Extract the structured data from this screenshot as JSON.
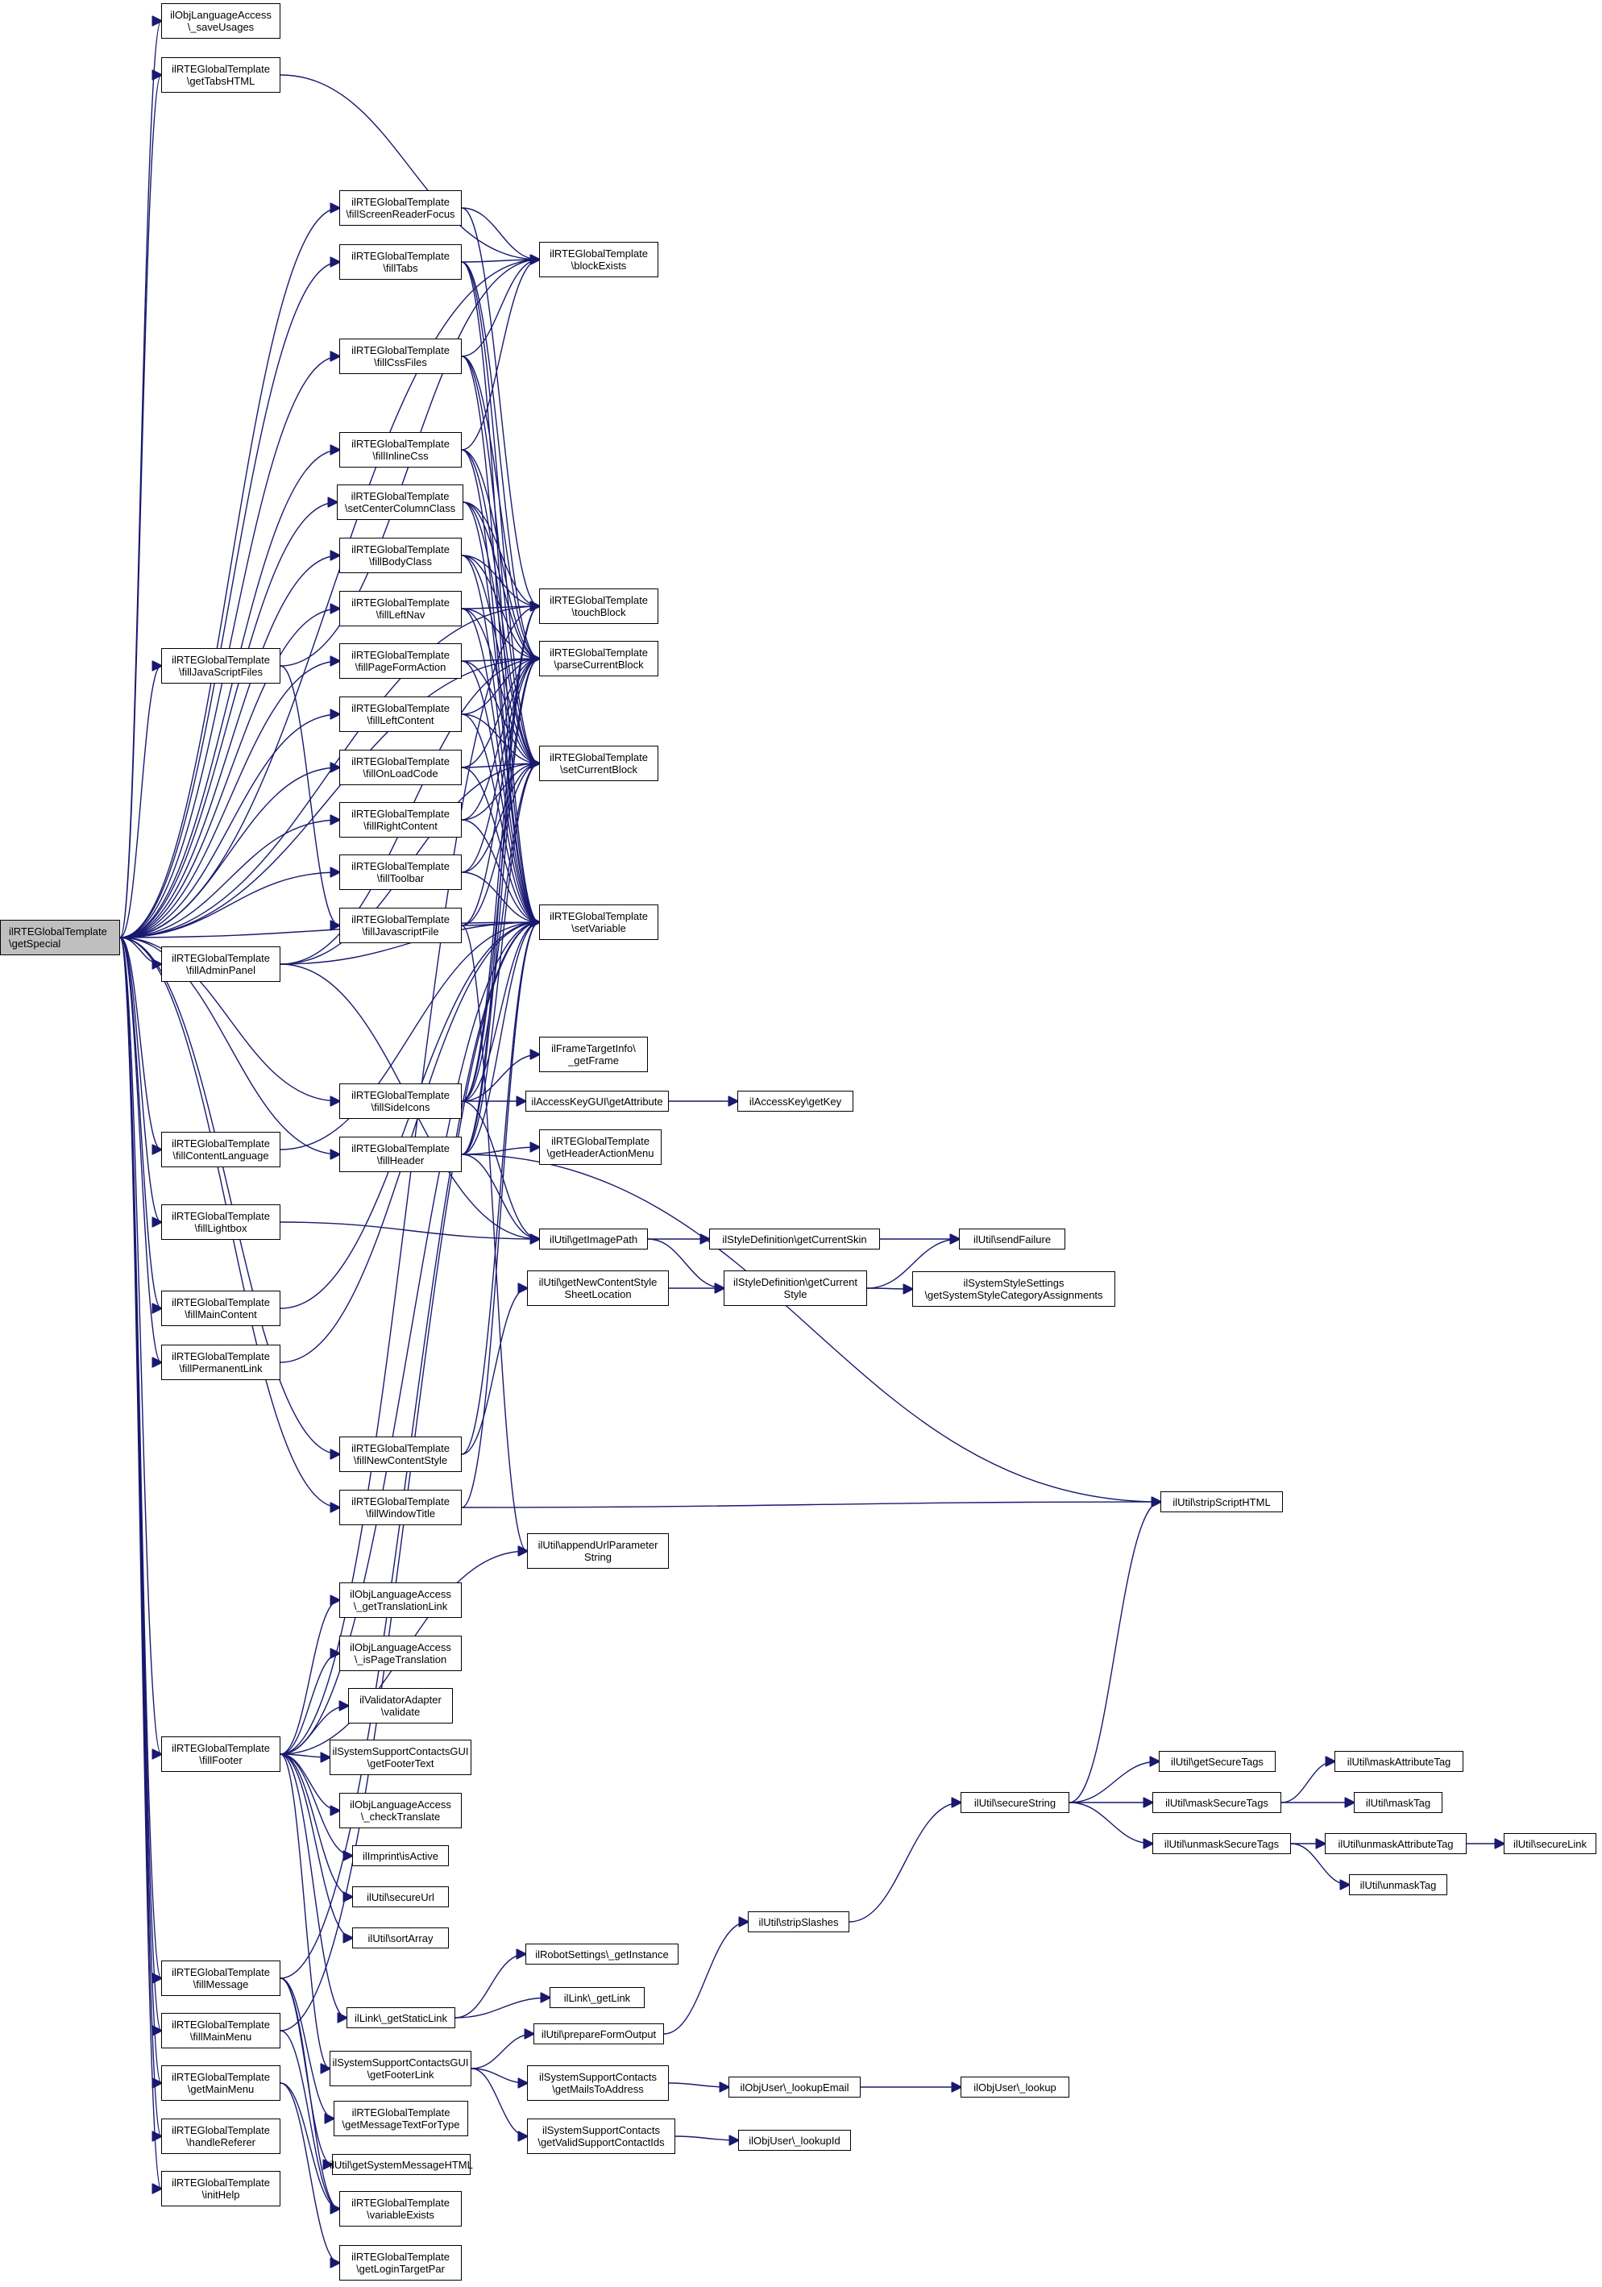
{
  "nodes": {
    "getSpecial": {
      "lines": [
        "ilRTEGlobalTemplate",
        "\\getSpecial"
      ],
      "highlight": true
    },
    "saveUsages": {
      "lines": [
        "ilObjLanguageAccess",
        "\\_saveUsages"
      ]
    },
    "getTabsHTML": {
      "lines": [
        "ilRTEGlobalTemplate",
        "\\getTabsHTML"
      ]
    },
    "fillScreenReaderFocus": {
      "lines": [
        "ilRTEGlobalTemplate",
        "\\fillScreenReaderFocus"
      ]
    },
    "fillTabs": {
      "lines": [
        "ilRTEGlobalTemplate",
        "\\fillTabs"
      ]
    },
    "blockExists": {
      "lines": [
        "ilRTEGlobalTemplate",
        "\\blockExists"
      ]
    },
    "fillCssFiles": {
      "lines": [
        "ilRTEGlobalTemplate",
        "\\fillCssFiles"
      ]
    },
    "fillInlineCss": {
      "lines": [
        "ilRTEGlobalTemplate",
        "\\fillInlineCss"
      ]
    },
    "setCenterColumnClass": {
      "lines": [
        "ilRTEGlobalTemplate",
        "\\setCenterColumnClass"
      ]
    },
    "fillBodyClass": {
      "lines": [
        "ilRTEGlobalTemplate",
        "\\fillBodyClass"
      ]
    },
    "fillLeftNav": {
      "lines": [
        "ilRTEGlobalTemplate",
        "\\fillLeftNav"
      ]
    },
    "touchBlock": {
      "lines": [
        "ilRTEGlobalTemplate",
        "\\touchBlock"
      ]
    },
    "fillJavaScriptFiles": {
      "lines": [
        "ilRTEGlobalTemplate",
        "\\fillJavaScriptFiles"
      ]
    },
    "fillPageFormAction": {
      "lines": [
        "ilRTEGlobalTemplate",
        "\\fillPageFormAction"
      ]
    },
    "parseCurrentBlock": {
      "lines": [
        "ilRTEGlobalTemplate",
        "\\parseCurrentBlock"
      ]
    },
    "fillLeftContent": {
      "lines": [
        "ilRTEGlobalTemplate",
        "\\fillLeftContent"
      ]
    },
    "fillOnLoadCode": {
      "lines": [
        "ilRTEGlobalTemplate",
        "\\fillOnLoadCode"
      ]
    },
    "setCurrentBlock": {
      "lines": [
        "ilRTEGlobalTemplate",
        "\\setCurrentBlock"
      ]
    },
    "fillRightContent": {
      "lines": [
        "ilRTEGlobalTemplate",
        "\\fillRightContent"
      ]
    },
    "fillToolbar": {
      "lines": [
        "ilRTEGlobalTemplate",
        "\\fillToolbar"
      ]
    },
    "fillJavascriptFile": {
      "lines": [
        "ilRTEGlobalTemplate",
        "\\fillJavascriptFile"
      ]
    },
    "setVariable": {
      "lines": [
        "ilRTEGlobalTemplate",
        "\\setVariable"
      ]
    },
    "fillAdminPanel": {
      "lines": [
        "ilRTEGlobalTemplate",
        "\\fillAdminPanel"
      ]
    },
    "getFrame": {
      "lines": [
        "ilFrameTargetInfo\\",
        "_getFrame"
      ]
    },
    "fillSideIcons": {
      "lines": [
        "ilRTEGlobalTemplate",
        "\\fillSideIcons"
      ]
    },
    "getAttribute": {
      "lines": [
        "ilAccessKeyGUI\\getAttribute"
      ]
    },
    "getKey": {
      "lines": [
        "ilAccessKey\\getKey"
      ]
    },
    "fillHeader": {
      "lines": [
        "ilRTEGlobalTemplate",
        "\\fillHeader"
      ]
    },
    "getHeaderActionMenu": {
      "lines": [
        "ilRTEGlobalTemplate",
        "\\getHeaderActionMenu"
      ]
    },
    "fillContentLanguage": {
      "lines": [
        "ilRTEGlobalTemplate",
        "\\fillContentLanguage"
      ]
    },
    "fillLightbox": {
      "lines": [
        "ilRTEGlobalTemplate",
        "\\fillLightbox"
      ]
    },
    "getImagePath": {
      "lines": [
        "ilUtil\\getImagePath"
      ]
    },
    "getCurrentSkin": {
      "lines": [
        "ilStyleDefinition\\getCurrentSkin"
      ]
    },
    "sendFailure": {
      "lines": [
        "ilUtil\\sendFailure"
      ]
    },
    "getNewContentStyleSheetLocation": {
      "lines": [
        "ilUtil\\getNewContentStyle",
        "SheetLocation"
      ]
    },
    "getCurrentStyle": {
      "lines": [
        "ilStyleDefinition\\getCurrent",
        "Style"
      ]
    },
    "getSystemStyleCategoryAssignments": {
      "lines": [
        "ilSystemStyleSettings",
        "\\getSystemStyleCategoryAssignments"
      ]
    },
    "fillMainContent": {
      "lines": [
        "ilRTEGlobalTemplate",
        "\\fillMainContent"
      ]
    },
    "fillPermanentLink": {
      "lines": [
        "ilRTEGlobalTemplate",
        "\\fillPermanentLink"
      ]
    },
    "fillNewContentStyle": {
      "lines": [
        "ilRTEGlobalTemplate",
        "\\fillNewContentStyle"
      ]
    },
    "fillWindowTitle": {
      "lines": [
        "ilRTEGlobalTemplate",
        "\\fillWindowTitle"
      ]
    },
    "stripScriptHTML": {
      "lines": [
        "ilUtil\\stripScriptHTML"
      ]
    },
    "appendUrlParameterString": {
      "lines": [
        "ilUtil\\appendUrlParameter",
        "String"
      ]
    },
    "getTranslationLink": {
      "lines": [
        "ilObjLanguageAccess",
        "\\_getTranslationLink"
      ]
    },
    "isPageTranslation": {
      "lines": [
        "ilObjLanguageAccess",
        "\\_isPageTranslation"
      ]
    },
    "validate": {
      "lines": [
        "ilValidatorAdapter",
        "\\validate"
      ]
    },
    "fillFooter": {
      "lines": [
        "ilRTEGlobalTemplate",
        "\\fillFooter"
      ]
    },
    "getFooterText": {
      "lines": [
        "ilSystemSupportContactsGUI",
        "\\getFooterText"
      ]
    },
    "checkTranslate": {
      "lines": [
        "ilObjLanguageAccess",
        "\\_checkTranslate"
      ]
    },
    "getSecureTags": {
      "lines": [
        "ilUtil\\getSecureTags"
      ]
    },
    "maskAttributeTag": {
      "lines": [
        "ilUtil\\maskAttributeTag"
      ]
    },
    "secureString": {
      "lines": [
        "ilUtil\\secureString"
      ]
    },
    "maskSecureTags": {
      "lines": [
        "ilUtil\\maskSecureTags"
      ]
    },
    "maskTag": {
      "lines": [
        "ilUtil\\maskTag"
      ]
    },
    "unmaskSecureTags": {
      "lines": [
        "ilUtil\\unmaskSecureTags"
      ]
    },
    "unmaskAttributeTag": {
      "lines": [
        "ilUtil\\unmaskAttributeTag"
      ]
    },
    "secureLink": {
      "lines": [
        "ilUtil\\secureLink"
      ]
    },
    "isActive": {
      "lines": [
        "ilImprint\\isActive"
      ]
    },
    "unmaskTag": {
      "lines": [
        "ilUtil\\unmaskTag"
      ]
    },
    "secureUrl": {
      "lines": [
        "ilUtil\\secureUrl"
      ]
    },
    "sortArray": {
      "lines": [
        "ilUtil\\sortArray"
      ]
    },
    "stripSlashes": {
      "lines": [
        "ilUtil\\stripSlashes"
      ]
    },
    "robotGetInstance": {
      "lines": [
        "ilRobotSettings\\_getInstance"
      ]
    },
    "fillMessage": {
      "lines": [
        "ilRTEGlobalTemplate",
        "\\fillMessage"
      ]
    },
    "getLink": {
      "lines": [
        "ilLink\\_getLink"
      ]
    },
    "getStaticLink": {
      "lines": [
        "ilLink\\_getStaticLink"
      ]
    },
    "fillMainMenu": {
      "lines": [
        "ilRTEGlobalTemplate",
        "\\fillMainMenu"
      ]
    },
    "prepareFormOutput": {
      "lines": [
        "ilUtil\\prepareFormOutput"
      ]
    },
    "getFooterLink": {
      "lines": [
        "ilSystemSupportContactsGUI",
        "\\getFooterLink"
      ]
    },
    "getMainMenu": {
      "lines": [
        "ilRTEGlobalTemplate",
        "\\getMainMenu"
      ]
    },
    "getMailsToAddress": {
      "lines": [
        "ilSystemSupportContacts",
        "\\getMailsToAddress"
      ]
    },
    "lookupEmail": {
      "lines": [
        "ilObjUser\\_lookupEmail"
      ]
    },
    "objLookup": {
      "lines": [
        "ilObjUser\\_lookup"
      ]
    },
    "getMessageTextForType": {
      "lines": [
        "ilRTEGlobalTemplate",
        "\\getMessageTextForType"
      ]
    },
    "handleReferer": {
      "lines": [
        "ilRTEGlobalTemplate",
        "\\handleReferer"
      ]
    },
    "getValidSupportContactIds": {
      "lines": [
        "ilSystemSupportContacts",
        "\\getValidSupportContactIds"
      ]
    },
    "lookupId": {
      "lines": [
        "ilObjUser\\_lookupId"
      ]
    },
    "getSystemMessageHTML": {
      "lines": [
        "ilUtil\\getSystemMessageHTML"
      ]
    },
    "initHelp": {
      "lines": [
        "ilRTEGlobalTemplate",
        "\\initHelp"
      ]
    },
    "variableExists": {
      "lines": [
        "ilRTEGlobalTemplate",
        "\\variableExists"
      ]
    },
    "getLoginTargetPar": {
      "lines": [
        "ilRTEGlobalTemplate",
        "\\getLoginTargetPar"
      ]
    }
  },
  "edges": [
    [
      "getSpecial",
      "saveUsages"
    ],
    [
      "getSpecial",
      "getTabsHTML"
    ],
    [
      "getSpecial",
      "fillScreenReaderFocus"
    ],
    [
      "getSpecial",
      "fillTabs"
    ],
    [
      "getSpecial",
      "blockExists"
    ],
    [
      "getSpecial",
      "fillCssFiles"
    ],
    [
      "getSpecial",
      "fillInlineCss"
    ],
    [
      "getSpecial",
      "setCenterColumnClass"
    ],
    [
      "getSpecial",
      "fillBodyClass"
    ],
    [
      "getSpecial",
      "fillLeftNav"
    ],
    [
      "getSpecial",
      "fillJavaScriptFiles"
    ],
    [
      "getSpecial",
      "fillPageFormAction"
    ],
    [
      "getSpecial",
      "fillLeftContent"
    ],
    [
      "getSpecial",
      "fillOnLoadCode"
    ],
    [
      "getSpecial",
      "fillRightContent"
    ],
    [
      "getSpecial",
      "fillToolbar"
    ],
    [
      "getSpecial",
      "fillAdminPanel"
    ],
    [
      "getSpecial",
      "setVariable"
    ],
    [
      "getSpecial",
      "fillSideIcons"
    ],
    [
      "getSpecial",
      "fillHeader"
    ],
    [
      "getSpecial",
      "fillContentLanguage"
    ],
    [
      "getSpecial",
      "fillLightbox"
    ],
    [
      "getSpecial",
      "fillMainContent"
    ],
    [
      "getSpecial",
      "fillPermanentLink"
    ],
    [
      "getSpecial",
      "fillNewContentStyle"
    ],
    [
      "getSpecial",
      "fillWindowTitle"
    ],
    [
      "getSpecial",
      "fillFooter"
    ],
    [
      "getSpecial",
      "fillMessage"
    ],
    [
      "getSpecial",
      "fillMainMenu"
    ],
    [
      "getSpecial",
      "getMainMenu"
    ],
    [
      "getSpecial",
      "handleReferer"
    ],
    [
      "getSpecial",
      "initHelp"
    ],
    [
      "getSpecial",
      "parseCurrentBlock"
    ],
    [
      "getSpecial",
      "touchBlock"
    ],
    [
      "getTabsHTML",
      "blockExists"
    ],
    [
      "fillScreenReaderFocus",
      "blockExists"
    ],
    [
      "fillScreenReaderFocus",
      "touchBlock"
    ],
    [
      "fillTabs",
      "blockExists"
    ],
    [
      "fillTabs",
      "setCurrentBlock"
    ],
    [
      "fillTabs",
      "parseCurrentBlock"
    ],
    [
      "fillTabs",
      "setVariable"
    ],
    [
      "fillCssFiles",
      "blockExists"
    ],
    [
      "fillCssFiles",
      "setCurrentBlock"
    ],
    [
      "fillCssFiles",
      "parseCurrentBlock"
    ],
    [
      "fillCssFiles",
      "setVariable"
    ],
    [
      "fillInlineCss",
      "blockExists"
    ],
    [
      "fillInlineCss",
      "setCurrentBlock"
    ],
    [
      "fillInlineCss",
      "parseCurrentBlock"
    ],
    [
      "fillInlineCss",
      "setVariable"
    ],
    [
      "setCenterColumnClass",
      "touchBlock"
    ],
    [
      "setCenterColumnClass",
      "setCurrentBlock"
    ],
    [
      "setCenterColumnClass",
      "parseCurrentBlock"
    ],
    [
      "setCenterColumnClass",
      "setVariable"
    ],
    [
      "fillBodyClass",
      "touchBlock"
    ],
    [
      "fillBodyClass",
      "parseCurrentBlock"
    ],
    [
      "fillBodyClass",
      "setCurrentBlock"
    ],
    [
      "fillBodyClass",
      "setVariable"
    ],
    [
      "fillLeftNav",
      "touchBlock"
    ],
    [
      "fillLeftNav",
      "parseCurrentBlock"
    ],
    [
      "fillLeftNav",
      "setCurrentBlock"
    ],
    [
      "fillLeftNav",
      "setVariable"
    ],
    [
      "fillJavaScriptFiles",
      "blockExists"
    ],
    [
      "fillJavaScriptFiles",
      "fillJavascriptFile"
    ],
    [
      "fillPageFormAction",
      "parseCurrentBlock"
    ],
    [
      "fillPageFormAction",
      "setCurrentBlock"
    ],
    [
      "fillPageFormAction",
      "setVariable"
    ],
    [
      "fillLeftContent",
      "parseCurrentBlock"
    ],
    [
      "fillLeftContent",
      "setCurrentBlock"
    ],
    [
      "fillLeftContent",
      "setVariable"
    ],
    [
      "fillOnLoadCode",
      "parseCurrentBlock"
    ],
    [
      "fillOnLoadCode",
      "setCurrentBlock"
    ],
    [
      "fillOnLoadCode",
      "setVariable"
    ],
    [
      "fillRightContent",
      "parseCurrentBlock"
    ],
    [
      "fillRightContent",
      "setCurrentBlock"
    ],
    [
      "fillRightContent",
      "setVariable"
    ],
    [
      "fillToolbar",
      "parseCurrentBlock"
    ],
    [
      "fillToolbar",
      "setCurrentBlock"
    ],
    [
      "fillToolbar",
      "setVariable"
    ],
    [
      "fillJavascriptFile",
      "parseCurrentBlock"
    ],
    [
      "fillJavascriptFile",
      "setCurrentBlock"
    ],
    [
      "fillJavascriptFile",
      "setVariable"
    ],
    [
      "fillJavascriptFile",
      "appendUrlParameterString"
    ],
    [
      "fillAdminPanel",
      "setCurrentBlock"
    ],
    [
      "fillAdminPanel",
      "parseCurrentBlock"
    ],
    [
      "fillAdminPanel",
      "setVariable"
    ],
    [
      "fillAdminPanel",
      "getImagePath"
    ],
    [
      "fillSideIcons",
      "touchBlock"
    ],
    [
      "fillSideIcons",
      "parseCurrentBlock"
    ],
    [
      "fillSideIcons",
      "setCurrentBlock"
    ],
    [
      "fillSideIcons",
      "setVariable"
    ],
    [
      "fillSideIcons",
      "getFrame"
    ],
    [
      "fillSideIcons",
      "getAttribute"
    ],
    [
      "fillSideIcons",
      "getImagePath"
    ],
    [
      "getAttribute",
      "getKey"
    ],
    [
      "fillHeader",
      "touchBlock"
    ],
    [
      "fillHeader",
      "parseCurrentBlock"
    ],
    [
      "fillHeader",
      "setCurrentBlock"
    ],
    [
      "fillHeader",
      "setVariable"
    ],
    [
      "fillHeader",
      "getImagePath"
    ],
    [
      "fillHeader",
      "getHeaderActionMenu"
    ],
    [
      "fillHeader",
      "stripScriptHTML"
    ],
    [
      "fillContentLanguage",
      "setVariable"
    ],
    [
      "fillLightbox",
      "getImagePath"
    ],
    [
      "getImagePath",
      "getCurrentSkin"
    ],
    [
      "getImagePath",
      "getCurrentStyle"
    ],
    [
      "getCurrentSkin",
      "sendFailure"
    ],
    [
      "getNewContentStyleSheetLocation",
      "getCurrentStyle"
    ],
    [
      "getCurrentStyle",
      "sendFailure"
    ],
    [
      "getCurrentStyle",
      "getSystemStyleCategoryAssignments"
    ],
    [
      "fillMainContent",
      "setVariable"
    ],
    [
      "fillPermanentLink",
      "setVariable"
    ],
    [
      "fillNewContentStyle",
      "setVariable"
    ],
    [
      "fillNewContentStyle",
      "getNewContentStyleSheetLocation"
    ],
    [
      "fillWindowTitle",
      "setVariable"
    ],
    [
      "fillWindowTitle",
      "stripScriptHTML"
    ],
    [
      "fillFooter",
      "appendUrlParameterString"
    ],
    [
      "fillFooter",
      "getTranslationLink"
    ],
    [
      "fillFooter",
      "isPageTranslation"
    ],
    [
      "fillFooter",
      "validate"
    ],
    [
      "fillFooter",
      "getFooterText"
    ],
    [
      "fillFooter",
      "checkTranslate"
    ],
    [
      "fillFooter",
      "isActive"
    ],
    [
      "fillFooter",
      "secureUrl"
    ],
    [
      "fillFooter",
      "sortArray"
    ],
    [
      "fillFooter",
      "getStaticLink"
    ],
    [
      "fillFooter",
      "getFooterLink"
    ],
    [
      "fillFooter",
      "setVariable"
    ],
    [
      "fillFooter",
      "touchBlock"
    ],
    [
      "secureString",
      "getSecureTags"
    ],
    [
      "secureString",
      "maskSecureTags"
    ],
    [
      "secureString",
      "unmaskSecureTags"
    ],
    [
      "secureString",
      "stripScriptHTML"
    ],
    [
      "maskSecureTags",
      "maskAttributeTag"
    ],
    [
      "maskSecureTags",
      "maskTag"
    ],
    [
      "unmaskSecureTags",
      "unmaskAttributeTag"
    ],
    [
      "unmaskSecureTags",
      "unmaskTag"
    ],
    [
      "unmaskAttributeTag",
      "secureLink"
    ],
    [
      "stripSlashes",
      "secureString"
    ],
    [
      "getStaticLink",
      "robotGetInstance"
    ],
    [
      "getStaticLink",
      "getLink"
    ],
    [
      "fillMessage",
      "setVariable"
    ],
    [
      "fillMessage",
      "getMessageTextForType"
    ],
    [
      "fillMessage",
      "getSystemMessageHTML"
    ],
    [
      "fillMessage",
      "variableExists"
    ],
    [
      "fillMainMenu",
      "variableExists"
    ],
    [
      "fillMainMenu",
      "setVariable"
    ],
    [
      "getMainMenu",
      "variableExists"
    ],
    [
      "getMainMenu",
      "getLoginTargetPar"
    ],
    [
      "getFooterLink",
      "prepareFormOutput"
    ],
    [
      "getFooterLink",
      "getMailsToAddress"
    ],
    [
      "getFooterLink",
      "getValidSupportContactIds"
    ],
    [
      "prepareFormOutput",
      "stripSlashes"
    ],
    [
      "getMailsToAddress",
      "lookupEmail"
    ],
    [
      "lookupEmail",
      "objLookup"
    ],
    [
      "getValidSupportContactIds",
      "lookupId"
    ]
  ]
}
